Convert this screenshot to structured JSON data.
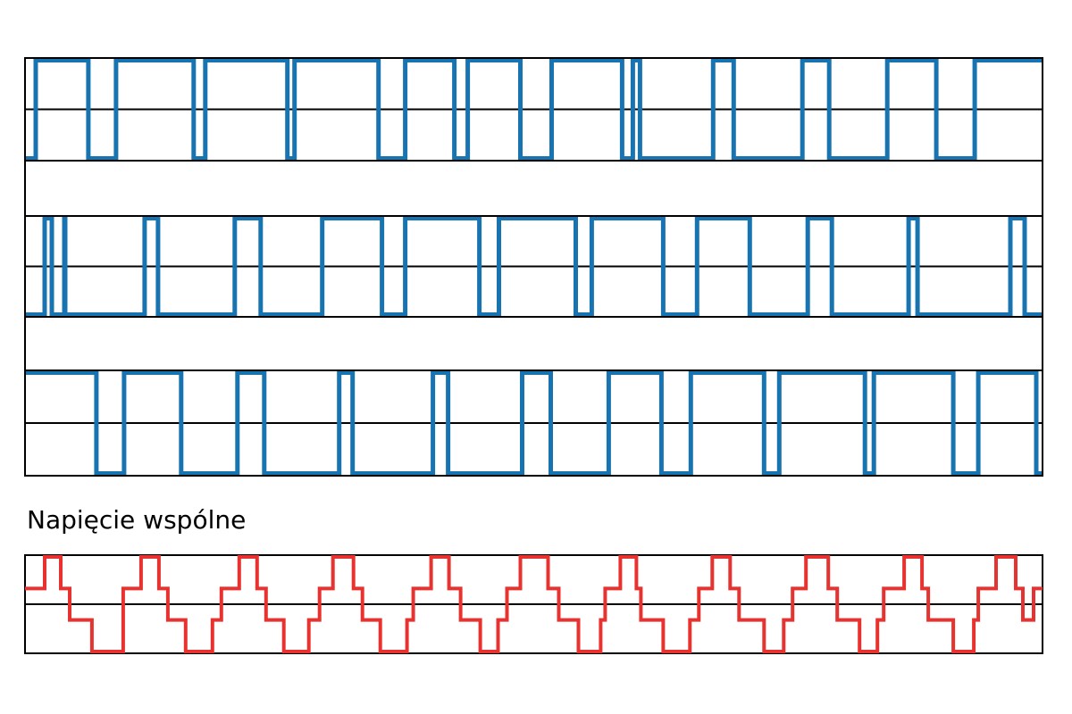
{
  "chart_data": [
    {
      "type": "line",
      "step": true,
      "title": "",
      "xlabel": "",
      "ylabel": "",
      "xlim": [
        0,
        1140
      ],
      "ylim": [
        -1,
        1
      ],
      "grid": "horizontal midline",
      "color": "#1874b0",
      "series": [
        {
          "values": [
            [
              0,
              -1
            ],
            [
              12,
              -1
            ],
            [
              12,
              1
            ],
            [
              71,
              1
            ],
            [
              71,
              -1
            ],
            [
              102,
              -1
            ],
            [
              102,
              1
            ],
            [
              189,
              1
            ],
            [
              189,
              -1
            ],
            [
              202,
              -1
            ],
            [
              202,
              1
            ],
            [
              294,
              1
            ],
            [
              294,
              -1
            ],
            [
              302,
              -1
            ],
            [
              302,
              1
            ],
            [
              396,
              1
            ],
            [
              396,
              -1
            ],
            [
              426,
              -1
            ],
            [
              426,
              1
            ],
            [
              481,
              1
            ],
            [
              481,
              -1
            ],
            [
              496,
              -1
            ],
            [
              496,
              1
            ],
            [
              555,
              1
            ],
            [
              555,
              -1
            ],
            [
              590,
              -1
            ],
            [
              590,
              1
            ],
            [
              669,
              1
            ],
            [
              669,
              -1
            ],
            [
              681,
              -1
            ],
            [
              681,
              1
            ],
            [
              689,
              1
            ],
            [
              689,
              -1
            ],
            [
              771,
              -1
            ],
            [
              771,
              1
            ],
            [
              794,
              1
            ],
            [
              794,
              -1
            ],
            [
              871,
              -1
            ],
            [
              871,
              1
            ],
            [
              901,
              1
            ],
            [
              901,
              -1
            ],
            [
              966,
              -1
            ],
            [
              966,
              1
            ],
            [
              1021,
              1
            ],
            [
              1021,
              -1
            ],
            [
              1064,
              -1
            ],
            [
              1064,
              1
            ],
            [
              1140,
              1
            ]
          ]
        }
      ]
    },
    {
      "type": "line",
      "step": true,
      "title": "",
      "xlabel": "",
      "ylabel": "",
      "xlim": [
        0,
        1140
      ],
      "ylim": [
        -1,
        1
      ],
      "grid": "horizontal midline",
      "color": "#1874b0",
      "series": [
        {
          "values": [
            [
              0,
              -1
            ],
            [
              22,
              -1
            ],
            [
              22,
              1
            ],
            [
              30,
              1
            ],
            [
              30,
              -1
            ],
            [
              44,
              -1
            ],
            [
              44,
              1
            ],
            [
              45,
              1
            ],
            [
              45,
              -1
            ],
            [
              134,
              -1
            ],
            [
              134,
              1
            ],
            [
              149,
              1
            ],
            [
              149,
              -1
            ],
            [
              235,
              -1
            ],
            [
              235,
              1
            ],
            [
              264,
              1
            ],
            [
              264,
              -1
            ],
            [
              333,
              -1
            ],
            [
              333,
              1
            ],
            [
              400,
              1
            ],
            [
              400,
              -1
            ],
            [
              426,
              -1
            ],
            [
              426,
              1
            ],
            [
              509,
              1
            ],
            [
              509,
              -1
            ],
            [
              531,
              -1
            ],
            [
              531,
              1
            ],
            [
              617,
              1
            ],
            [
              617,
              -1
            ],
            [
              635,
              -1
            ],
            [
              635,
              1
            ],
            [
              715,
              1
            ],
            [
              715,
              -1
            ],
            [
              753,
              -1
            ],
            [
              753,
              1
            ],
            [
              812,
              1
            ],
            [
              812,
              -1
            ],
            [
              877,
              -1
            ],
            [
              877,
              1
            ],
            [
              904,
              1
            ],
            [
              904,
              -1
            ],
            [
              990,
              -1
            ],
            [
              990,
              1
            ],
            [
              1000,
              1
            ],
            [
              1000,
              -1
            ],
            [
              1104,
              -1
            ],
            [
              1104,
              1
            ],
            [
              1120,
              1
            ],
            [
              1120,
              -1
            ],
            [
              1140,
              -1
            ]
          ]
        }
      ]
    },
    {
      "type": "line",
      "step": true,
      "title": "",
      "xlabel": "",
      "ylabel": "",
      "xlim": [
        0,
        1140
      ],
      "ylim": [
        -1,
        1
      ],
      "grid": "horizontal midline",
      "color": "#1874b0",
      "series": [
        {
          "values": [
            [
              0,
              1
            ],
            [
              80,
              1
            ],
            [
              80,
              -1
            ],
            [
              111,
              -1
            ],
            [
              111,
              1
            ],
            [
              175,
              1
            ],
            [
              175,
              -1
            ],
            [
              238,
              -1
            ],
            [
              238,
              1
            ],
            [
              268,
              1
            ],
            [
              268,
              -1
            ],
            [
              352,
              -1
            ],
            [
              352,
              1
            ],
            [
              367,
              1
            ],
            [
              367,
              -1
            ],
            [
              457,
              -1
            ],
            [
              457,
              1
            ],
            [
              474,
              1
            ],
            [
              474,
              -1
            ],
            [
              557,
              -1
            ],
            [
              557,
              1
            ],
            [
              589,
              1
            ],
            [
              589,
              -1
            ],
            [
              654,
              -1
            ],
            [
              654,
              1
            ],
            [
              713,
              1
            ],
            [
              713,
              -1
            ],
            [
              746,
              -1
            ],
            [
              746,
              1
            ],
            [
              828,
              1
            ],
            [
              828,
              -1
            ],
            [
              845,
              -1
            ],
            [
              845,
              1
            ],
            [
              941,
              1
            ],
            [
              941,
              -1
            ],
            [
              951,
              -1
            ],
            [
              951,
              1
            ],
            [
              1040,
              1
            ],
            [
              1040,
              -1
            ],
            [
              1068,
              -1
            ],
            [
              1068,
              1
            ],
            [
              1133,
              1
            ],
            [
              1133,
              -1
            ],
            [
              1140,
              -1
            ]
          ]
        }
      ]
    },
    {
      "type": "line",
      "step": true,
      "title": "Napięcie wspólne",
      "xlabel": "",
      "ylabel": "",
      "xlim": [
        0,
        1140
      ],
      "ylim": [
        -1,
        1
      ],
      "grid": "horizontal midline",
      "color": "#e8322f",
      "series": [
        {
          "values": [
            [
              0,
              0.333
            ],
            [
              22,
              0.333
            ],
            [
              22,
              1
            ],
            [
              40,
              1
            ],
            [
              40,
              0.333
            ],
            [
              50,
              0.333
            ],
            [
              50,
              -0.333
            ],
            [
              75,
              -0.333
            ],
            [
              75,
              -1
            ],
            [
              110,
              -1
            ],
            [
              110,
              -0.333
            ],
            [
              110,
              0.333
            ],
            [
              130,
              0.333
            ],
            [
              130,
              1
            ],
            [
              150,
              1
            ],
            [
              150,
              0.333
            ],
            [
              160,
              0.333
            ],
            [
              160,
              -0.333
            ],
            [
              180,
              -0.333
            ],
            [
              180,
              -1
            ],
            [
              210,
              -1
            ],
            [
              210,
              -0.333
            ],
            [
              220,
              -0.333
            ],
            [
              220,
              0.333
            ],
            [
              240,
              0.333
            ],
            [
              240,
              1
            ],
            [
              260,
              1
            ],
            [
              260,
              0.333
            ],
            [
              270,
              0.333
            ],
            [
              270,
              -0.333
            ],
            [
              290,
              -0.333
            ],
            [
              290,
              -1
            ],
            [
              318,
              -1
            ],
            [
              318,
              -0.333
            ],
            [
              330,
              -0.333
            ],
            [
              330,
              0.333
            ],
            [
              345,
              0.333
            ],
            [
              345,
              1
            ],
            [
              368,
              1
            ],
            [
              368,
              0.333
            ],
            [
              378,
              0.333
            ],
            [
              378,
              -0.333
            ],
            [
              398,
              -0.333
            ],
            [
              398,
              -1
            ],
            [
              428,
              -1
            ],
            [
              428,
              -0.333
            ],
            [
              435,
              -0.333
            ],
            [
              435,
              0.333
            ],
            [
              455,
              0.333
            ],
            [
              455,
              1
            ],
            [
              475,
              1
            ],
            [
              475,
              0.333
            ],
            [
              488,
              0.333
            ],
            [
              488,
              -0.333
            ],
            [
              510,
              -0.333
            ],
            [
              510,
              -1
            ],
            [
              530,
              -1
            ],
            [
              530,
              -0.333
            ],
            [
              540,
              -0.333
            ],
            [
              540,
              0.333
            ],
            [
              555,
              0.333
            ],
            [
              555,
              1
            ],
            [
              586,
              1
            ],
            [
              586,
              0.333
            ],
            [
              598,
              0.333
            ],
            [
              598,
              -0.333
            ],
            [
              620,
              -0.333
            ],
            [
              620,
              -1
            ],
            [
              645,
              -1
            ],
            [
              645,
              -0.333
            ],
            [
              650,
              -0.333
            ],
            [
              650,
              0.333
            ],
            [
              667,
              0.333
            ],
            [
              667,
              1
            ],
            [
              685,
              1
            ],
            [
              685,
              0.333
            ],
            [
              690,
              0.333
            ],
            [
              690,
              -0.333
            ],
            [
              715,
              -0.333
            ],
            [
              715,
              -1
            ],
            [
              745,
              -1
            ],
            [
              745,
              -0.333
            ],
            [
              755,
              -0.333
            ],
            [
              755,
              0.333
            ],
            [
              770,
              0.333
            ],
            [
              770,
              1
            ],
            [
              790,
              1
            ],
            [
              790,
              0.333
            ],
            [
              800,
              0.333
            ],
            [
              800,
              -0.333
            ],
            [
              828,
              -0.333
            ],
            [
              828,
              -1
            ],
            [
              850,
              -1
            ],
            [
              850,
              -0.333
            ],
            [
              860,
              -0.333
            ],
            [
              860,
              0.333
            ],
            [
              875,
              0.333
            ],
            [
              875,
              1
            ],
            [
              900,
              1
            ],
            [
              900,
              0.333
            ],
            [
              910,
              0.333
            ],
            [
              910,
              -0.333
            ],
            [
              935,
              -0.333
            ],
            [
              935,
              -1
            ],
            [
              955,
              -1
            ],
            [
              955,
              -0.333
            ],
            [
              962,
              -0.333
            ],
            [
              962,
              0.333
            ],
            [
              985,
              0.333
            ],
            [
              985,
              1
            ],
            [
              1005,
              1
            ],
            [
              1005,
              0.333
            ],
            [
              1012,
              0.333
            ],
            [
              1012,
              -0.333
            ],
            [
              1040,
              -0.333
            ],
            [
              1040,
              -1
            ],
            [
              1063,
              -1
            ],
            [
              1063,
              -0.333
            ],
            [
              1068,
              -0.333
            ],
            [
              1068,
              0.333
            ],
            [
              1088,
              0.333
            ],
            [
              1088,
              1
            ],
            [
              1110,
              1
            ],
            [
              1110,
              0.333
            ],
            [
              1118,
              0.333
            ],
            [
              1118,
              -0.333
            ],
            [
              1130,
              -0.333
            ],
            [
              1130,
              0.333
            ],
            [
              1140,
              0.333
            ]
          ]
        }
      ]
    }
  ]
}
